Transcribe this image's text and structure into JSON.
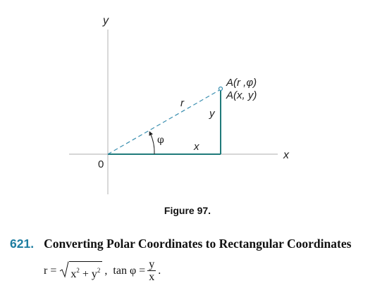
{
  "figure": {
    "axis_x_label": "x",
    "axis_y_label": "y",
    "origin_label": "0",
    "radius_label": "r",
    "leg_x_label": "x",
    "leg_y_label": "y",
    "angle_label": "φ",
    "point_polar_label": "A(r ,φ)",
    "point_rect_label": "A(x, y)",
    "colors": {
      "axes": "#bdbdbd",
      "legs": "#1f7a7a",
      "radius": "#3a8fb0"
    }
  },
  "caption": "Figure 97.",
  "section": {
    "number": "621.",
    "title": "Converting Polar Coordinates to Rectangular Coordinates"
  },
  "formula": {
    "r_eq": "r =",
    "sqrt_x": "x",
    "sqrt_plus": " + y",
    "exponent": "2",
    "sep": ",",
    "tan_eq": "tan φ =",
    "frac_num": "y",
    "frac_den": "x",
    "end": "."
  }
}
